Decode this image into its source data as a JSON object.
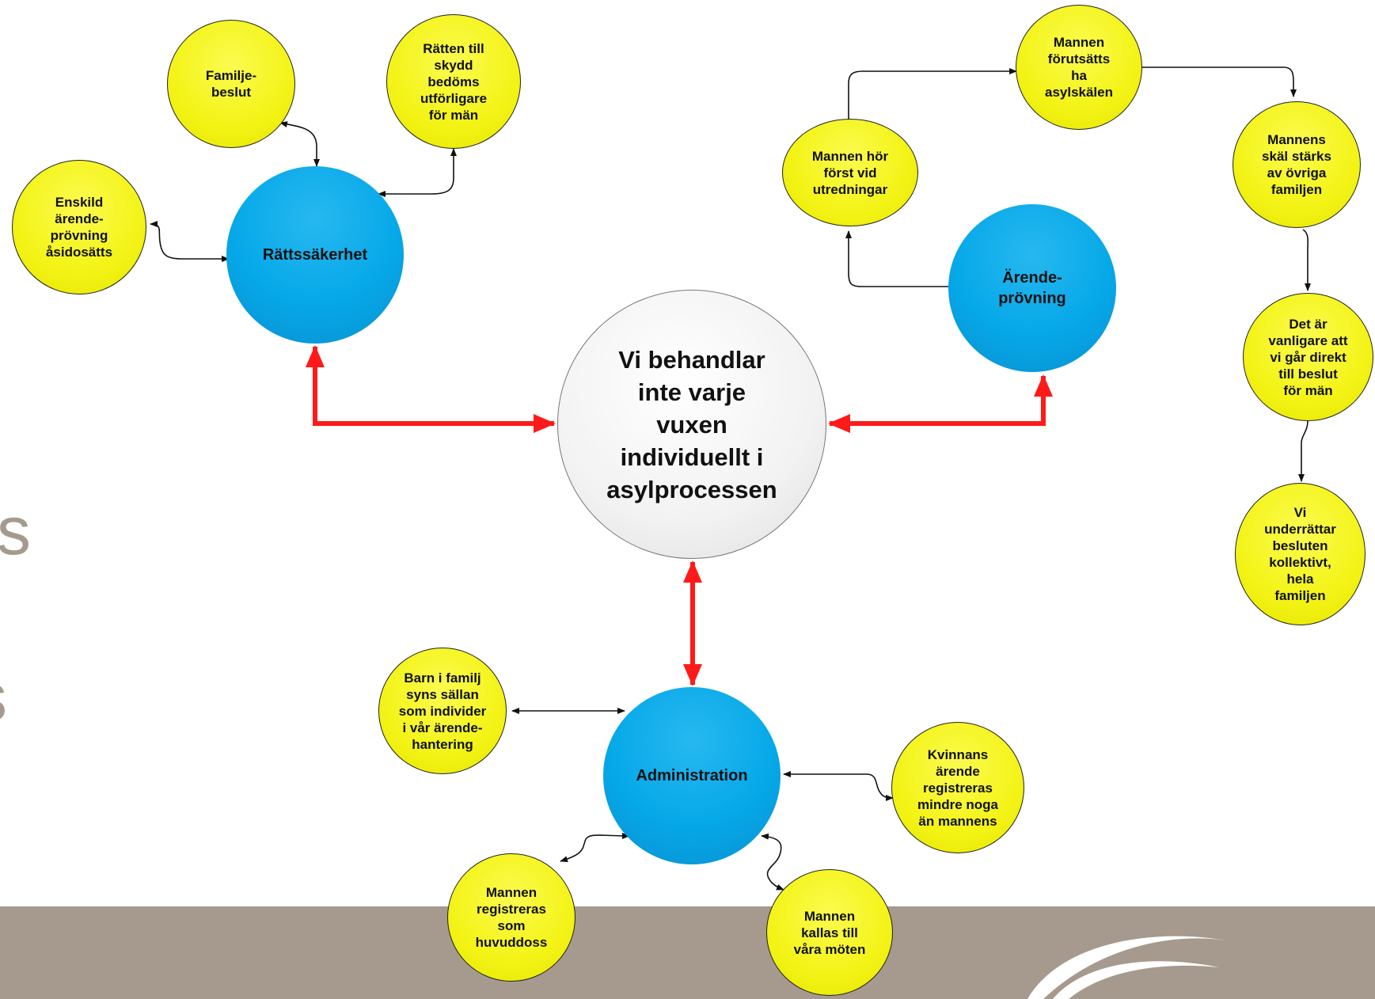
{
  "diagram": {
    "center": {
      "label": "Vi behandlar\ninte varje\nvuxen\nindividuellt i\nasylprocessen"
    },
    "hubs": {
      "rattssakerhet": "Rättssäkerhet",
      "arendeprovning": "Ärende-\nprövning",
      "administration": "Administration"
    },
    "leaves": {
      "familjebeslut": "Familje-\nbeslut",
      "ratten_till_skydd": "Rätten till\nskydd\nbedöms\nutförligare\nför män",
      "enskild_arendeprovning": "Enskild\närende-\nprövning\nåsidosätts",
      "mannen_hor_forst": "Mannen hör\nförst vid\nutredningar",
      "mannen_forutsatts": "Mannen\nförutsätts\nha\nasylskälen",
      "mannens_skal": "Mannens\nskäl stärks\nav övriga\nfamiljen",
      "vanligare_direkt": "Det är\nvanligare att\nvi går direkt\ntill beslut\nför män",
      "underrattar": "Vi\nunderrättar\nbesluten\nkollektivt,\nhela\nfamiljen",
      "barn_i_familj": "Barn i familj\nsyns sällan\nsom individer\ni vår ärende-\nhantering",
      "kvinnans_arende": "Kvinnans\närende\nregistreras\nmindre noga\nän mannens",
      "mannen_registreras": "Mannen\nregistreras\nsom\nhuvuddoss",
      "mannen_kallas": "Mannen\nkallas till\nvåra möten"
    }
  },
  "background": {
    "letter_1": "s",
    "letter_2": "s"
  },
  "colors": {
    "red_arrow": "#ff1a1a",
    "connector": "#111111",
    "band": "#a59a8d",
    "hub": "#06a8e8",
    "leaf": "#f3f316"
  }
}
